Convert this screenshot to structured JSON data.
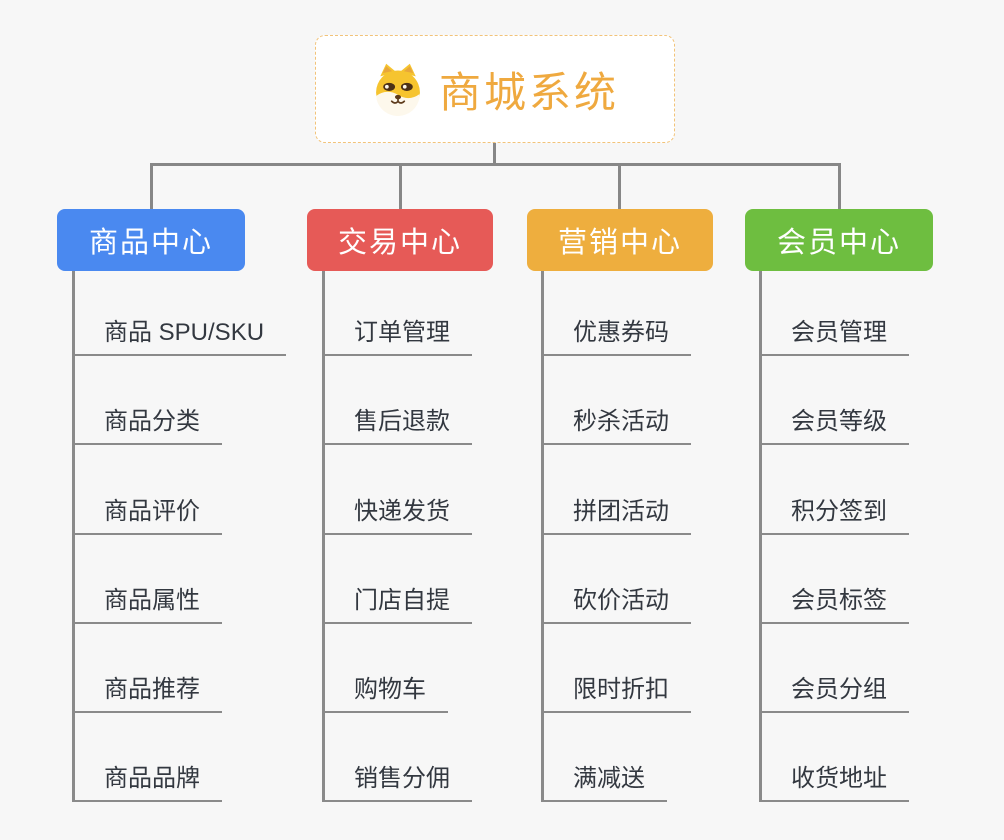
{
  "title": {
    "text": "商城系统",
    "icon": "shiba-dog-icon",
    "text_color": "#EFA93F",
    "border_color": "#F2C379"
  },
  "theme": {
    "background": "#F7F7F7",
    "connector_color": "#878787"
  },
  "groups": [
    {
      "label": "商品中心",
      "color": "#4A89F0",
      "items": [
        "商品 SPU/SKU",
        "商品分类",
        "商品评价",
        "商品属性",
        "商品推荐",
        "商品品牌"
      ]
    },
    {
      "label": "交易中心",
      "color": "#E65A57",
      "items": [
        "订单管理",
        "售后退款",
        "快递发货",
        "门店自提",
        "购物车",
        "销售分佣"
      ]
    },
    {
      "label": "营销中心",
      "color": "#EEAE3E",
      "items": [
        "优惠券码",
        "秒杀活动",
        "拼团活动",
        "砍价活动",
        "限时折扣",
        "满减送"
      ]
    },
    {
      "label": "会员中心",
      "color": "#6EBE40",
      "items": [
        "会员管理",
        "会员等级",
        "积分签到",
        "会员标签",
        "会员分组",
        "收货地址"
      ]
    }
  ]
}
